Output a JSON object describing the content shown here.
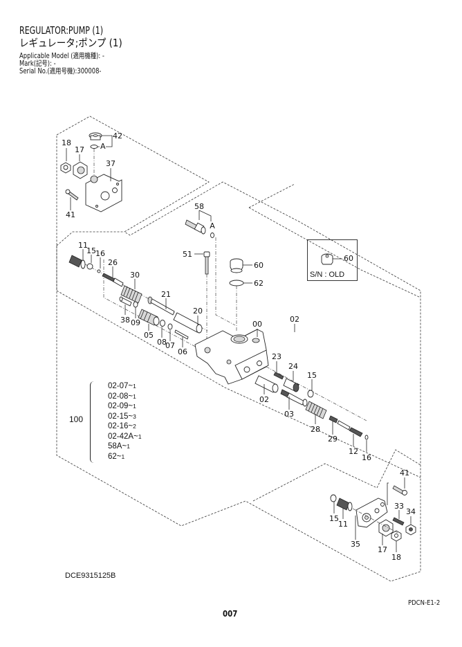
{
  "header": {
    "title_en": "REGULATOR:PUMP (1)",
    "title_jp": "レギュレータ;ポンプ (1)",
    "applicable_model": "Applicable Model (適用機種): -",
    "mark": "Mark(記号): -",
    "serial_no": "Serial No.(適用号機):300008-"
  },
  "callouts": {
    "p42": "42",
    "pA_top": "A",
    "p18_top": "18",
    "p17_top": "17",
    "p37": "37",
    "p41_top": "41",
    "p58": "58",
    "pA_mid": "A",
    "p51": "51",
    "p60": "60",
    "p62": "62",
    "p11_left": "11",
    "p15_left": "15",
    "p16_left": "16",
    "p26": "26",
    "p30": "30",
    "p21": "21",
    "p20": "20",
    "p38": "38",
    "p09": "09",
    "p05": "05",
    "p08": "08",
    "p07": "07",
    "p06": "06",
    "p00": "00",
    "p02_body": "02",
    "p02_sleeve": "02",
    "p23": "23",
    "p24": "24",
    "p15_right": "15",
    "p03": "03",
    "p28": "28",
    "p29": "29",
    "p12": "12",
    "p16_right": "16",
    "p41_bottom": "41",
    "p33": "33",
    "p34": "34",
    "p15_bottom": "15",
    "p11_bottom": "11",
    "p35": "35",
    "p17_bottom": "17",
    "p18_bottom": "18"
  },
  "inset": {
    "part_label": "60",
    "note": "S/N : OLD"
  },
  "kit": {
    "number": "100",
    "items": [
      {
        "part": "02-07~",
        "qty": "1"
      },
      {
        "part": "02-08~",
        "qty": "1"
      },
      {
        "part": "02-09~",
        "qty": "1"
      },
      {
        "part": "02-15~",
        "qty": "3"
      },
      {
        "part": "02-16~",
        "qty": "2"
      },
      {
        "part": "02-42A~",
        "qty": "1"
      },
      {
        "part": "58A~",
        "qty": "1"
      },
      {
        "part": "62~",
        "qty": "1"
      }
    ]
  },
  "footer": {
    "drawing_code": "DCE9315125B",
    "section_code": "PDCN-E1-2",
    "page_number": "007"
  }
}
